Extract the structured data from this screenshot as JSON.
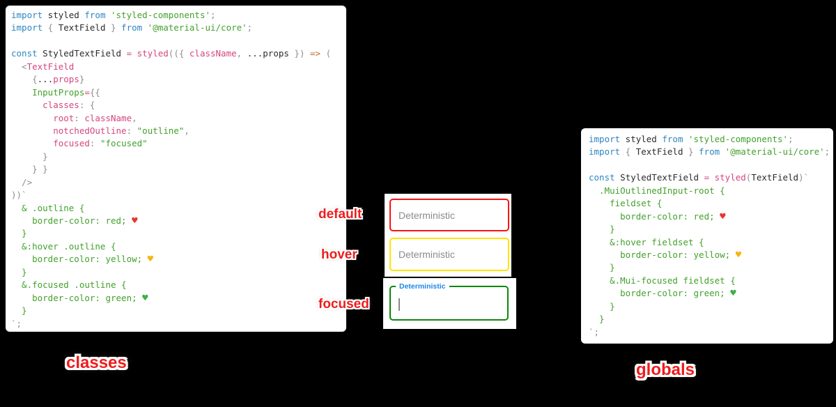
{
  "captions": {
    "left": "classes",
    "right": "globals"
  },
  "annotations": {
    "default": "default",
    "hover": "hover",
    "focused": "focused"
  },
  "fields": {
    "default": {
      "placeholder": "Deterministic",
      "border_color": "#ff1111",
      "state": "default"
    },
    "hover": {
      "placeholder": "Deterministic",
      "border_color": "#ffe400",
      "state": "hover"
    },
    "focused": {
      "floating_label": "Deterministic",
      "value": "",
      "border_color": "#0b870b",
      "label_color": "#1e88e5",
      "state": "focused"
    }
  },
  "palette": {
    "background": "#000000",
    "card_background": "#ffffff",
    "syntax_keyword_blue": "#2e86c1",
    "syntax_identifier_black": "#2b2b2b",
    "syntax_string_css_green": "#43a02c",
    "syntax_property_pink": "#d5457e",
    "syntax_punctuation_gray": "#8e8e8e",
    "syntax_arrow_orange": "#bf6e2e",
    "annotation_red": "#ee1d1d",
    "placeholder_gray": "#8b8b8b"
  },
  "left_code": {
    "lines": [
      [
        {
          "c": "blue",
          "t": "import"
        },
        {
          "c": "ink",
          "t": " styled "
        },
        {
          "c": "blue",
          "t": "from"
        },
        {
          "c": "green",
          "t": " 'styled-components'"
        },
        {
          "c": "gray",
          "t": ";"
        }
      ],
      [
        {
          "c": "blue",
          "t": "import"
        },
        {
          "c": "gray",
          "t": " { "
        },
        {
          "c": "ink",
          "t": "TextField"
        },
        {
          "c": "gray",
          "t": " } "
        },
        {
          "c": "blue",
          "t": "from"
        },
        {
          "c": "green",
          "t": " '@material-ui/core'"
        },
        {
          "c": "gray",
          "t": ";"
        }
      ],
      [],
      [
        {
          "c": "blue",
          "t": "const"
        },
        {
          "c": "ink",
          "t": " StyledTextField "
        },
        {
          "c": "pink",
          "t": "= styled"
        },
        {
          "c": "gray",
          "t": "(({ "
        },
        {
          "c": "pink",
          "t": "className"
        },
        {
          "c": "gray",
          "t": ","
        },
        {
          "c": "ink",
          "t": " ...props"
        },
        {
          "c": "gray",
          "t": " }) "
        },
        {
          "c": "orange",
          "t": "=>"
        },
        {
          "c": "gray",
          "t": " ("
        }
      ],
      [
        {
          "c": "gray",
          "t": "  <"
        },
        {
          "c": "pink",
          "t": "TextField"
        }
      ],
      [
        {
          "c": "gray",
          "t": "    {"
        },
        {
          "c": "ink",
          "t": "..."
        },
        {
          "c": "pink",
          "t": "props"
        },
        {
          "c": "gray",
          "t": "}"
        }
      ],
      [
        {
          "c": "green",
          "t": "    InputProps"
        },
        {
          "c": "pink",
          "t": "="
        },
        {
          "c": "gray",
          "t": "{{"
        }
      ],
      [
        {
          "c": "pink",
          "t": "      classes"
        },
        {
          "c": "gray",
          "t": ": {"
        }
      ],
      [
        {
          "c": "pink",
          "t": "        root"
        },
        {
          "c": "gray",
          "t": ": "
        },
        {
          "c": "pink",
          "t": "className"
        },
        {
          "c": "gray",
          "t": ","
        }
      ],
      [
        {
          "c": "pink",
          "t": "        notchedOutline"
        },
        {
          "c": "gray",
          "t": ": "
        },
        {
          "c": "green",
          "t": "\"outline\""
        },
        {
          "c": "gray",
          "t": ","
        }
      ],
      [
        {
          "c": "pink",
          "t": "        focused"
        },
        {
          "c": "gray",
          "t": ": "
        },
        {
          "c": "green",
          "t": "\"focused\""
        }
      ],
      [
        {
          "c": "gray",
          "t": "      }"
        }
      ],
      [
        {
          "c": "gray",
          "t": "    } }"
        }
      ],
      [
        {
          "c": "gray",
          "t": "  />"
        }
      ],
      [
        {
          "c": "gray",
          "t": "))`"
        }
      ],
      [
        {
          "c": "green",
          "t": "  & .outline {"
        }
      ],
      [
        {
          "c": "green",
          "t": "    border-color: red; "
        },
        {
          "c": "hred",
          "t": "♥"
        }
      ],
      [
        {
          "c": "green",
          "t": "  }"
        }
      ],
      [
        {
          "c": "green",
          "t": "  &:hover .outline {"
        }
      ],
      [
        {
          "c": "green",
          "t": "    border-color: yellow; "
        },
        {
          "c": "hyellow",
          "t": "♥"
        }
      ],
      [
        {
          "c": "green",
          "t": "  }"
        }
      ],
      [
        {
          "c": "green",
          "t": "  &.focused .outline {"
        }
      ],
      [
        {
          "c": "green",
          "t": "    border-color: green; "
        },
        {
          "c": "hgreen",
          "t": "♥"
        }
      ],
      [
        {
          "c": "green",
          "t": "  }"
        }
      ],
      [
        {
          "c": "gray",
          "t": "`;"
        }
      ]
    ]
  },
  "right_code": {
    "lines": [
      [
        {
          "c": "blue",
          "t": "import"
        },
        {
          "c": "ink",
          "t": " styled "
        },
        {
          "c": "blue",
          "t": "from"
        },
        {
          "c": "green",
          "t": " 'styled-components'"
        },
        {
          "c": "gray",
          "t": ";"
        }
      ],
      [
        {
          "c": "blue",
          "t": "import"
        },
        {
          "c": "gray",
          "t": " { "
        },
        {
          "c": "ink",
          "t": "TextField"
        },
        {
          "c": "gray",
          "t": " } "
        },
        {
          "c": "blue",
          "t": "from"
        },
        {
          "c": "green",
          "t": " '@material-ui/core'"
        },
        {
          "c": "gray",
          "t": ";"
        }
      ],
      [],
      [
        {
          "c": "blue",
          "t": "const"
        },
        {
          "c": "ink",
          "t": " StyledTextField "
        },
        {
          "c": "pink",
          "t": "= styled"
        },
        {
          "c": "gray",
          "t": "("
        },
        {
          "c": "ink",
          "t": "TextField"
        },
        {
          "c": "gray",
          "t": ")`"
        }
      ],
      [
        {
          "c": "green",
          "t": "  .MuiOutlinedInput-root {"
        }
      ],
      [
        {
          "c": "green",
          "t": "    fieldset {"
        }
      ],
      [
        {
          "c": "green",
          "t": "      border-color: red; "
        },
        {
          "c": "hred",
          "t": "♥"
        }
      ],
      [
        {
          "c": "green",
          "t": "    }"
        }
      ],
      [
        {
          "c": "green",
          "t": "    &:hover fieldset {"
        }
      ],
      [
        {
          "c": "green",
          "t": "      border-color: yellow; "
        },
        {
          "c": "hyellow",
          "t": "♥"
        }
      ],
      [
        {
          "c": "green",
          "t": "    }"
        }
      ],
      [
        {
          "c": "green",
          "t": "    &.Mui-focused fieldset {"
        }
      ],
      [
        {
          "c": "green",
          "t": "      border-color: green; "
        },
        {
          "c": "hgreen",
          "t": "♥"
        }
      ],
      [
        {
          "c": "green",
          "t": "    }"
        }
      ],
      [
        {
          "c": "green",
          "t": "  }"
        }
      ],
      [
        {
          "c": "gray",
          "t": "`;"
        }
      ]
    ]
  }
}
